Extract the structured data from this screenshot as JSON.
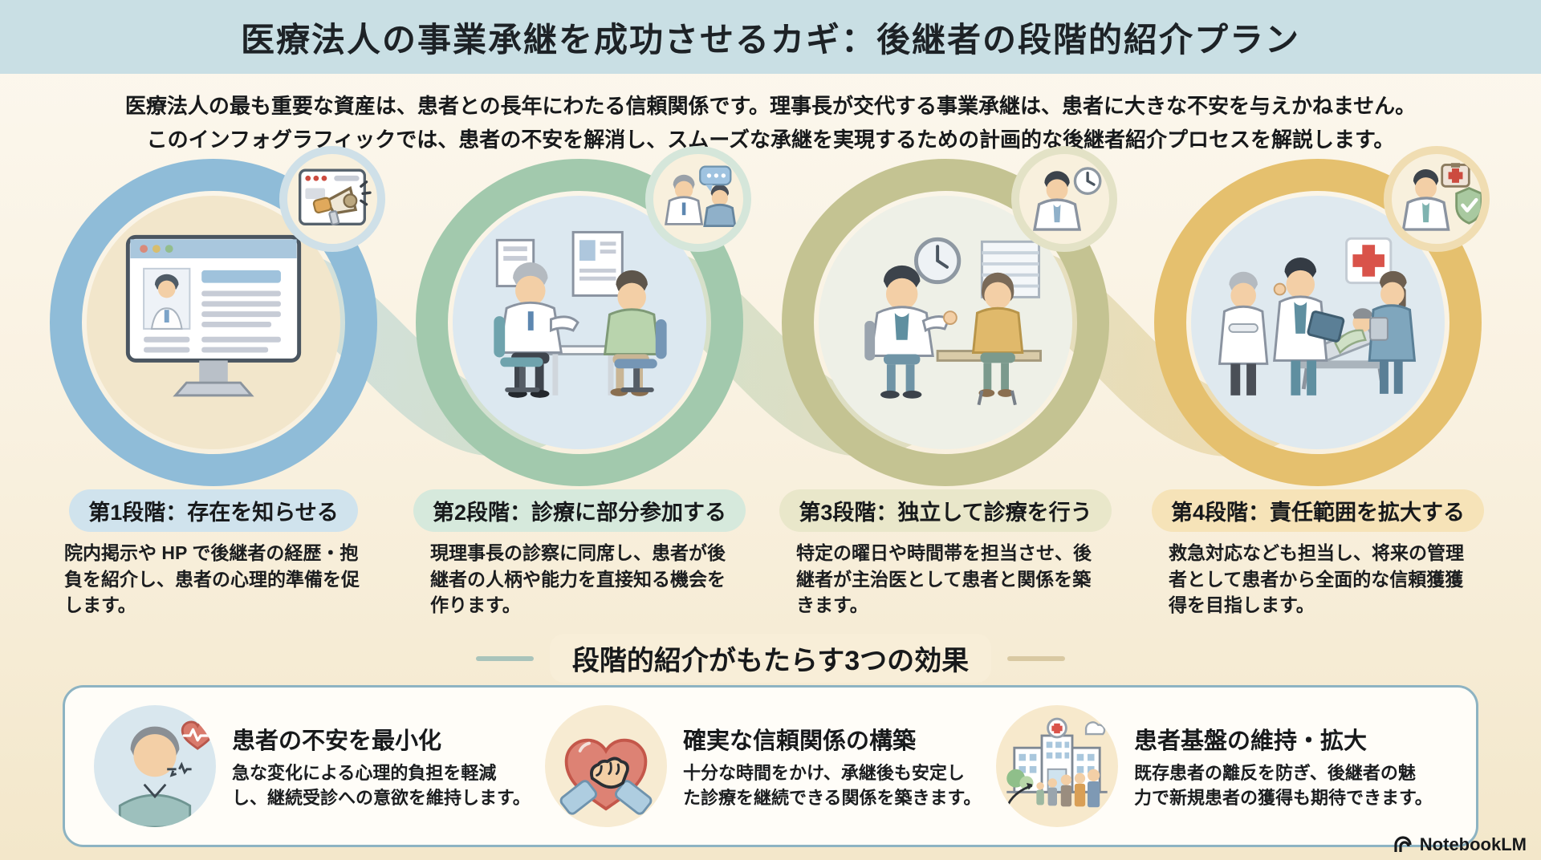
{
  "page": {
    "title": "医療法人の事業承継を成功させるカギ：後継者の段階的紹介プラン",
    "intro_line1": "医療法人の最も重要な資産は、患者との長年にわたる信頼関係です。理事長が交代する事業承継は、患者に大きな不安を与えかねません。",
    "intro_line2": "このインフォグラフィックでは、患者の不安を解消し、スムーズな承継を実現するための計画的な後継者紹介プロセスを解説します。",
    "brand": "NotebookLM"
  },
  "colors": {
    "header_bg": "#c9dfe4",
    "page_bg": "#f8efdc",
    "panel_border": "#8db3c2",
    "heading_pill_bg": "#f8eed8",
    "red_cross": "#d9534a",
    "heart_red": "#dd8274"
  },
  "stages": [
    {
      "label": "第1段階：存在を知らせる",
      "body": "院内掲示や HP で後継者の経歴・抱負を紹介し、患者の心理的準備を促します。",
      "badge_icon": "megaphone-webpage-icon",
      "scene_icon": "doctor-profile-website-monitor",
      "ring_color": "#8fbcd8",
      "ring_tint": "#cfe0e8",
      "label_bg": "#d0e3ed",
      "scene_bg": "#f2e6cb"
    },
    {
      "label": "第2段階：診療に部分参加する",
      "body": "現理事長の診察に同席し、患者が後継者の人柄や能力を直接知る機会を作ります。",
      "badge_icon": "doctor-patient-chat-icon",
      "scene_icon": "senior-doctor-consulting-patient",
      "ring_color": "#a2c9ad",
      "ring_tint": "#d5e6da",
      "label_bg": "#d6e9dc",
      "scene_bg": "#dce8f0"
    },
    {
      "label": "第3段階：独立して診療を行う",
      "body": "特定の曜日や時間帯を担当させ、後継者が主治医として患者と関係を築きます。",
      "badge_icon": "doctor-clock-icon",
      "scene_icon": "young-doctor-with-patient-clock",
      "ring_color": "#c4c392",
      "ring_tint": "#e3e2c6",
      "label_bg": "#e9e7ca",
      "scene_bg": "#eef0e7"
    },
    {
      "label": "第4段階：責任範囲を拡大する",
      "body": "救急対応なども担当し、将来の管理者として患者から全面的な信頼獲獲得を目指します。",
      "badge_icon": "doctor-shield-firstaid-icon",
      "scene_icon": "hospital-ward-team-scene",
      "ring_color": "#e5c06e",
      "ring_tint": "#f0ddb2",
      "label_bg": "#f6e3b8",
      "scene_bg": "#dfe9ef"
    }
  ],
  "effects": {
    "heading": "段階的紹介がもたらす3つの効果",
    "items": [
      {
        "title": "患者の不安を最小化",
        "body": "急な変化による心理的負担を軽減し、継続受診への意欲を維持します。",
        "icon": "patient-heartbeat-icon",
        "icon_bg": "#d9e7ee"
      },
      {
        "title": "確実な信頼関係の構築",
        "body": "十分な時間をかけ、承継後も安定した診療を継続できる関係を築きます。",
        "icon": "heart-handshake-icon",
        "icon_bg": "#f7ebd2"
      },
      {
        "title": "患者基盤の維持・拡大",
        "body": "既存患者の離反を防ぎ、後継者の魅力で新規患者の獲得も期待できます。",
        "icon": "hospital-growth-icon",
        "icon_bg": "#f7e9cc"
      }
    ]
  }
}
